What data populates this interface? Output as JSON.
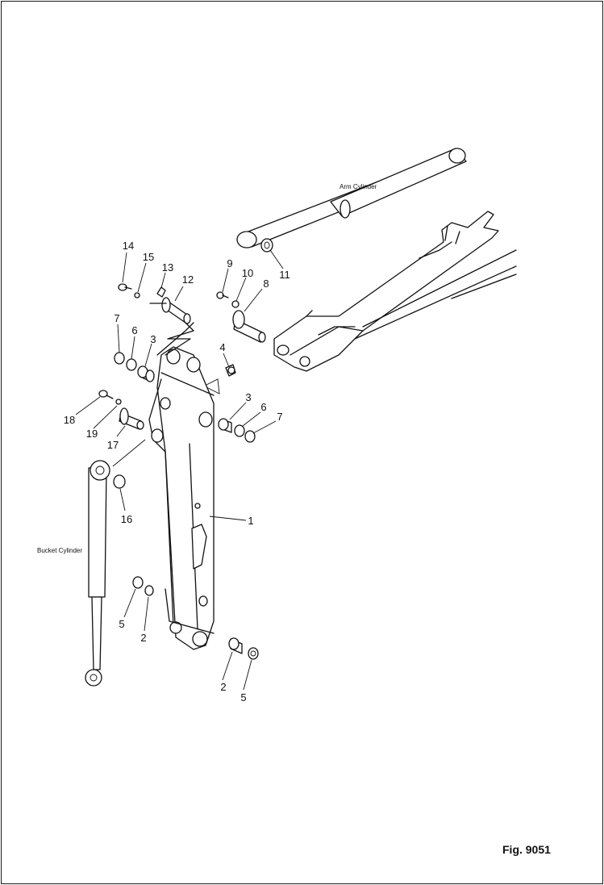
{
  "figure": {
    "label": "Fig. 9051"
  },
  "labels": {
    "arm_cylinder": "Arm Cylinder",
    "bucket_cylinder": "Bucket Cylinder"
  },
  "callouts": [
    {
      "id": "c1",
      "text": "1"
    },
    {
      "id": "c2a",
      "text": "2"
    },
    {
      "id": "c2b",
      "text": "2"
    },
    {
      "id": "c3a",
      "text": "3"
    },
    {
      "id": "c3b",
      "text": "3"
    },
    {
      "id": "c4",
      "text": "4"
    },
    {
      "id": "c5a",
      "text": "5"
    },
    {
      "id": "c5b",
      "text": "5"
    },
    {
      "id": "c6a",
      "text": "6"
    },
    {
      "id": "c6b",
      "text": "6"
    },
    {
      "id": "c7a",
      "text": "7"
    },
    {
      "id": "c7b",
      "text": "7"
    },
    {
      "id": "c8",
      "text": "8"
    },
    {
      "id": "c9",
      "text": "9"
    },
    {
      "id": "c10",
      "text": "10"
    },
    {
      "id": "c11",
      "text": "11"
    },
    {
      "id": "c12",
      "text": "12"
    },
    {
      "id": "c13",
      "text": "13"
    },
    {
      "id": "c14",
      "text": "14"
    },
    {
      "id": "c15",
      "text": "15"
    },
    {
      "id": "c16",
      "text": "16"
    },
    {
      "id": "c17",
      "text": "17"
    },
    {
      "id": "c18",
      "text": "18"
    },
    {
      "id": "c19",
      "text": "19"
    }
  ]
}
